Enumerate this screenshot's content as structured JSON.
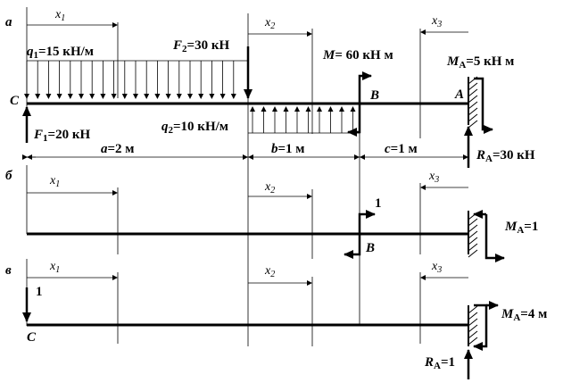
{
  "panel_labels": {
    "a": "а",
    "b": "б",
    "v": "в"
  },
  "coord_vars": {
    "x_base": "x",
    "x1_sub": "1",
    "x2_sub": "2",
    "x3_sub": "3"
  },
  "loads": {
    "q1": {
      "sym": "q",
      "sub": "1",
      "val": "=15 кН/м"
    },
    "F2": {
      "sym": "F",
      "sub": "2",
      "val": "=30 кН"
    },
    "M": {
      "sym": "M",
      "val": "= 60 кН м"
    },
    "MA_a": {
      "sym": "M",
      "sub": "A",
      "val": "=5 кН м"
    },
    "F1": {
      "sym": "F",
      "sub": "1",
      "val": "=20 кН"
    },
    "q2": {
      "sym": "q",
      "sub": "2",
      "val": "=10 кН/м"
    },
    "RA_a": {
      "sym": "R",
      "sub": "A",
      "val": "=30 кН"
    }
  },
  "points": {
    "C": "C",
    "B": "B",
    "A": "A"
  },
  "dims": {
    "a": {
      "sym": "a",
      "val": "=2 м"
    },
    "b": {
      "sym": "b",
      "val": "=1 м"
    },
    "c": {
      "sym": "c",
      "val": "=1 м"
    }
  },
  "unit_state_b": {
    "force": "1",
    "moment_sym": "M",
    "moment_sub": "A",
    "moment_val": "=1",
    "point": "B"
  },
  "unit_state_v": {
    "force": "1",
    "point": "C",
    "moment_sym": "M",
    "moment_sub": "A",
    "moment_val": "=4 м",
    "reaction_sym": "R",
    "reaction_sub": "A",
    "reaction_val": "=1"
  }
}
